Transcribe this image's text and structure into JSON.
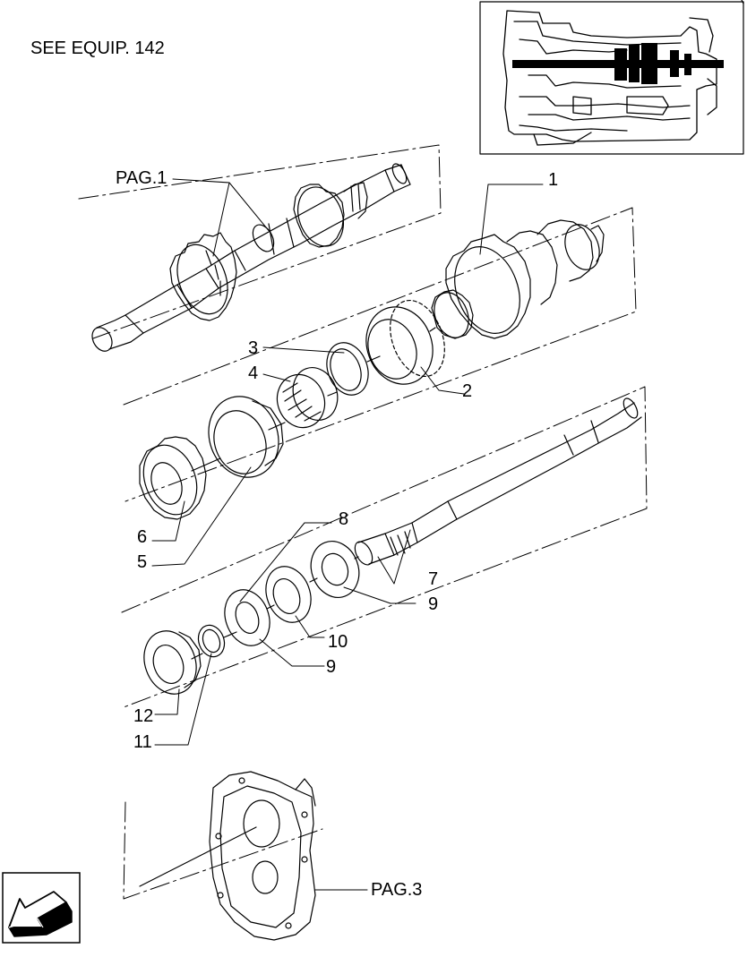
{
  "header": {
    "equipment_note": "SEE EQUIP. 142"
  },
  "references": {
    "pag1": "PAG.1",
    "pag3": "PAG.3"
  },
  "callouts": [
    {
      "key": "c1",
      "text": "1"
    },
    {
      "key": "c2",
      "text": "2"
    },
    {
      "key": "c3",
      "text": "3"
    },
    {
      "key": "c4",
      "text": "4"
    },
    {
      "key": "c5",
      "text": "5"
    },
    {
      "key": "c6",
      "text": "6"
    },
    {
      "key": "c7",
      "text": "7"
    },
    {
      "key": "c8",
      "text": "8"
    },
    {
      "key": "c9a",
      "text": "9"
    },
    {
      "key": "c9b",
      "text": "9"
    },
    {
      "key": "c10",
      "text": "10"
    },
    {
      "key": "c11",
      "text": "11"
    },
    {
      "key": "c12",
      "text": "12"
    }
  ],
  "navigation": {
    "back_icon": "arrow-left-down-icon"
  },
  "colors": {
    "ink": "#000000",
    "paper": "#ffffff"
  }
}
